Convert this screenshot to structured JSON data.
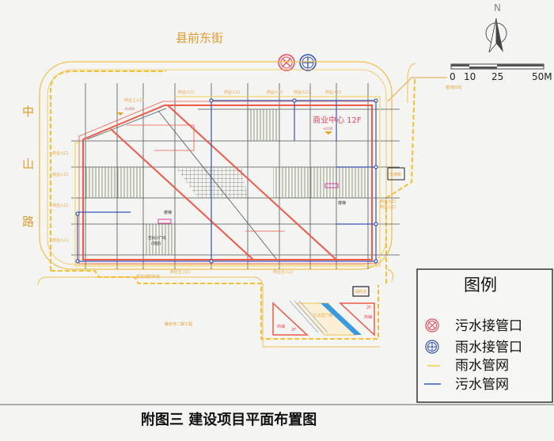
{
  "streets": {
    "north": "县前东街",
    "west": [
      "中",
      "山",
      "路"
    ]
  },
  "north_arrow": {
    "label": "N"
  },
  "scale_bar": {
    "ticks": [
      "0",
      "10",
      "25",
      "50M"
    ],
    "redline_label": "基地红线"
  },
  "plan": {
    "main_building": "商业中心 12F",
    "elevation_mark": "±0.00",
    "upper_entrance": "商业上入口",
    "upper_entrance_elev": "-0.450",
    "entrance": "商业入口",
    "main_entrance": "商业主入口",
    "traffic_core": "交通核",
    "stair_1": "楼梯",
    "stair_2": "楼梯",
    "plaza": "空间小广场",
    "plaza_sub": "(顶面)",
    "fire_lane": "紧急消防车道",
    "neighbor": "静安寺二期工程",
    "pool": "消防池",
    "sunken_plaza": "下沉式广场",
    "shop": "商铺",
    "shop_floors": "2F"
  },
  "legend": {
    "title": "图例",
    "items": [
      {
        "label": "污水接管口",
        "icon": "sewage-outlet-icon",
        "color": "#e8485a"
      },
      {
        "label": "雨水接管口",
        "icon": "rainwater-outlet-icon",
        "color": "#3052b8"
      },
      {
        "label": "雨水管网",
        "icon": "yellow-line",
        "color": "#f2d04a"
      },
      {
        "label": "污水管网",
        "icon": "blue-line",
        "color": "#3a55b8"
      }
    ]
  },
  "caption": "附图三  建设项目平面布置图",
  "colors": {
    "redline": "#ee5a48",
    "road": "#f2c050",
    "grid": "#4d5a5a",
    "blue": "#3a55b8"
  }
}
